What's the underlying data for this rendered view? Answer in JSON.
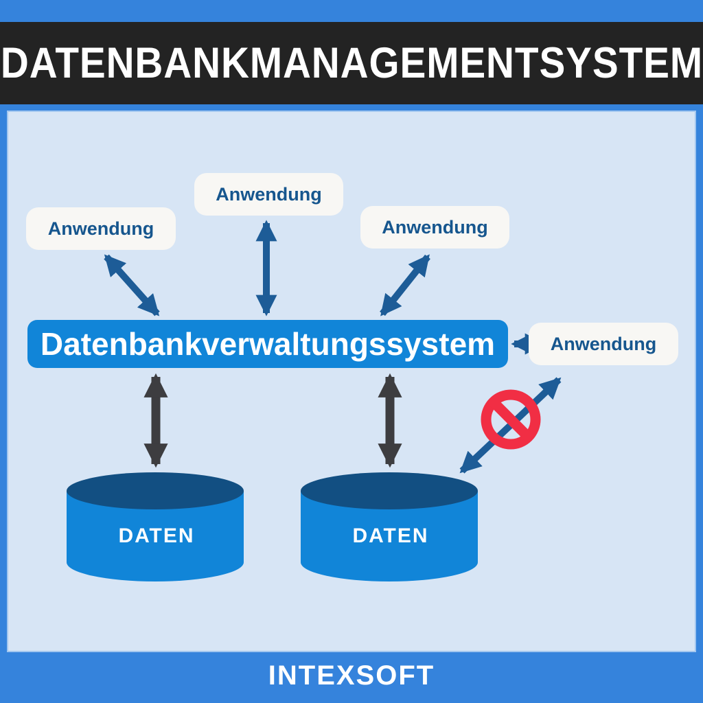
{
  "header": {
    "title": "DATENBANKMANAGEMENTSYSTEM"
  },
  "diagram": {
    "applications": [
      {
        "label": "Anwendung"
      },
      {
        "label": "Anwendung"
      },
      {
        "label": "Anwendung"
      },
      {
        "label": "Anwendung"
      }
    ],
    "dbms_bar": {
      "label": "Datenbankverwaltungssystem"
    },
    "databases": [
      {
        "label": "DATEN"
      },
      {
        "label": "DATEN"
      }
    ],
    "icons": {
      "blocked_connection": "no-entry-icon"
    }
  },
  "footer": {
    "brand": "INTEXSOFT"
  },
  "colors": {
    "frame_blue": "#3583dc",
    "header_black": "#232323",
    "panel_blue": "#d7e5f5",
    "accent_blue": "#1185d8",
    "cylinder_top": "#124f82",
    "arrow_blue": "#1d5c97",
    "arrow_gray": "#3d3d40",
    "red_blocked": "#f12e44",
    "card_white": "#f8f7f4",
    "text_blue": "#16568e"
  }
}
